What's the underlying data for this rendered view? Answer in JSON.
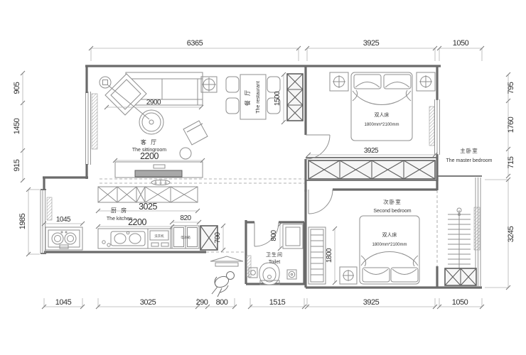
{
  "plan": {
    "rooms": {
      "living": {
        "zh": "客 厅",
        "en": "The sittingroom"
      },
      "dining": {
        "zh": "餐 厅",
        "en": "The restaurant"
      },
      "kitchen": {
        "zh": "厨 房",
        "en": "The kitchen"
      },
      "toilet": {
        "zh": "卫生间",
        "en": "Toilet"
      },
      "master": {
        "zh": "主卧室",
        "en": "The master bedroom"
      },
      "second": {
        "zh": "次卧室",
        "en": "Second bedroom"
      }
    },
    "furniture": {
      "double_bed": "双人床",
      "bed_size": "1800mm*2100mm",
      "washer": "洗衣机",
      "fridge": "电冰箱"
    },
    "dims": {
      "top_1": "6365",
      "top_2": "3925",
      "top_3": "1050",
      "left_1": "905",
      "left_2": "1450",
      "left_3": "915",
      "left_4": "1985",
      "right_1": "795",
      "right_2": "1760",
      "right_3": "715",
      "right_4": "3245",
      "bottom_1": "1045",
      "bottom_2": "3025",
      "bottom_3": "290",
      "bottom_4": "800",
      "bottom_5": "1515",
      "bottom_6": "3925",
      "bottom_7": "1050",
      "sofa": "2900",
      "tv_wall": "2200",
      "dining_v": "1500",
      "kitchen_cabinet": "3025",
      "stove": "1045",
      "counter": "2200",
      "appliances": "820",
      "fridge_v": "700",
      "toilet_v": "800",
      "master_bed_w": "3925",
      "second_radiator": "1800"
    },
    "colors": {
      "line": "#6a6a6a",
      "furniture": "#8f8f8f",
      "text": "#333333",
      "background": "#ffffff"
    }
  }
}
